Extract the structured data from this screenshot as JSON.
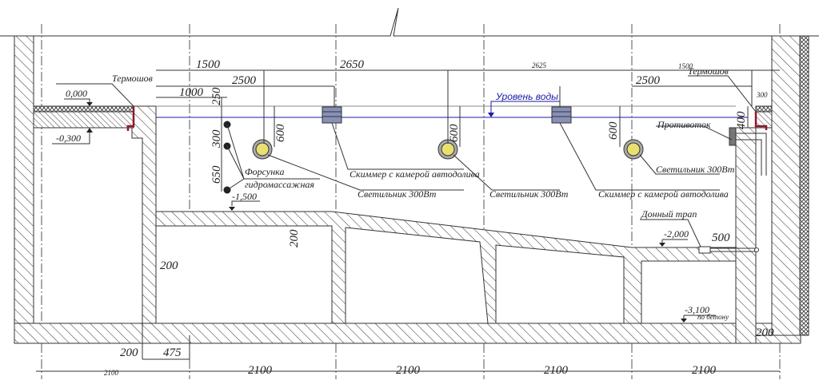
{
  "labels": {
    "thermoshov_left": "Термошов",
    "thermoshov_right": "Термошов",
    "level_0": "0,000",
    "level_m0300": "-0,300",
    "level_m1500": "-1,500",
    "level_m2000": "-2,000",
    "level_m3100": "-3,100",
    "level_m3100_note": "по бетону",
    "water_level": "Уровень воды",
    "nozzle_1": "Форсунка",
    "nozzle_2": "гидромассажная",
    "skimmer_left": "Скиммер с камерой автодолива",
    "skimmer_right": "Скиммер с камерой автодолива",
    "light_1": "Светильник 300Вт",
    "light_2": "Светильник 300Вт",
    "light_3": "Светильник 300Вт",
    "counterflow": "Противоток",
    "bottom_drain": "Донный трап"
  },
  "dimensions": {
    "d1500_left": "1500",
    "d2650": "2650",
    "d2625": "2625",
    "d1500_right": "1500",
    "d2500_left": "2500",
    "d2500_right": "2500",
    "d1000": "1000",
    "d250": "250",
    "d300": "300",
    "d650": "650",
    "d600_1": "600",
    "d600_2": "600",
    "d600_3": "600",
    "d300_right": "300",
    "d400": "400",
    "d200_floor": "200",
    "d200_wall": "200",
    "d200_bottom_left": "200",
    "d475": "475",
    "d500": "500",
    "d200_right": "200",
    "bottom": [
      "2100",
      "2100",
      "2100",
      "2100",
      "2100"
    ]
  },
  "colors": {
    "water_line": "#1a1aa8",
    "thermoshov": "#8b1a2a",
    "light_fill": "#e8e070",
    "skimmer_fill": "#8890b8"
  }
}
